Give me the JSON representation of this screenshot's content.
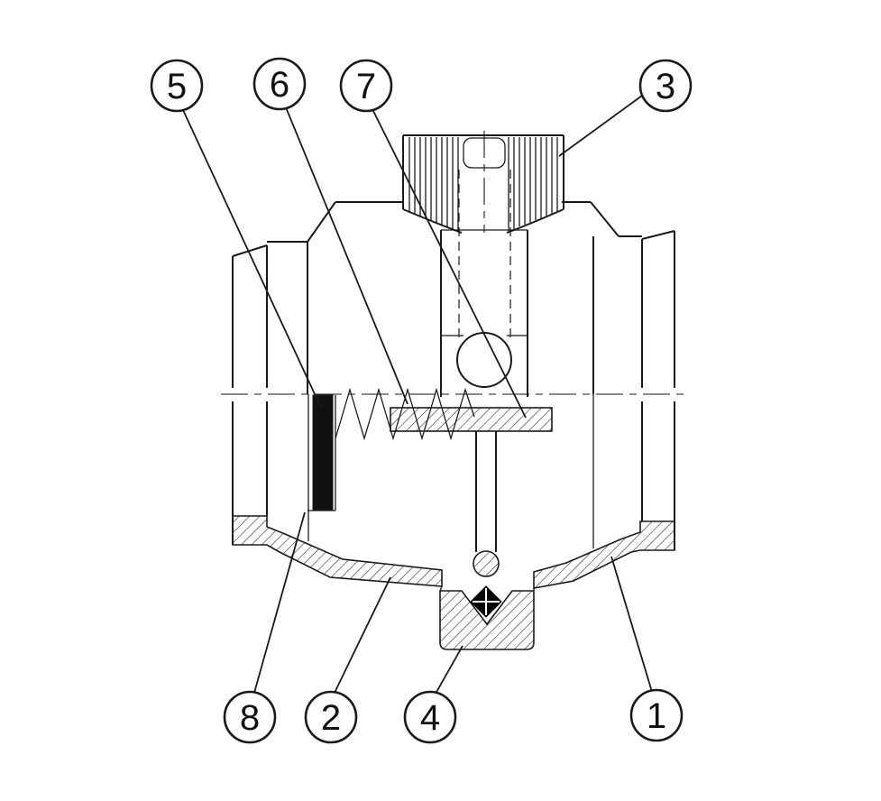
{
  "diagram": {
    "type": "technical-cross-section",
    "description_visible_text_only": true,
    "colors": {
      "line": "#1a1a1a",
      "background": "#ffffff",
      "seal_fill": "#111111",
      "poppet_tip_fill": "#000000"
    },
    "callouts": [
      {
        "label": "5"
      },
      {
        "label": "6"
      },
      {
        "label": "7"
      },
      {
        "label": "3"
      },
      {
        "label": "8"
      },
      {
        "label": "2"
      },
      {
        "label": "4"
      },
      {
        "label": "1"
      }
    ]
  }
}
